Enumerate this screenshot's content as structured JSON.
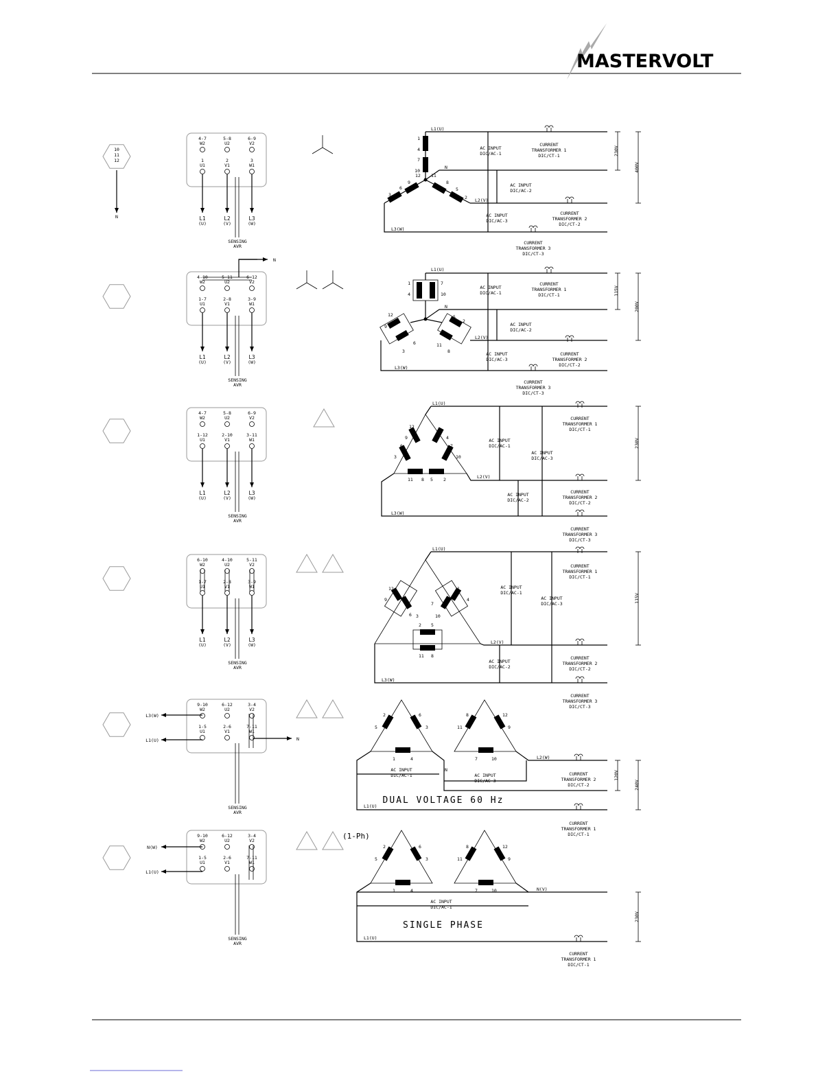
{
  "header": {
    "brand": "MASTERVOLT"
  },
  "labels": {
    "ac_input": "AC INPUT",
    "current": "CURRENT",
    "transformer": "TRANSFORMER",
    "sensing": "SENSING",
    "avr": "AVR",
    "n": "N",
    "one_ph": "(1-Ph)"
  },
  "configs": [
    {
      "id": "star-high",
      "hex_label": [
        "10",
        "11",
        "12"
      ],
      "term_top": [
        "4-7",
        "5-8",
        "6-9"
      ],
      "term_top_sub": [
        "W2",
        "U2",
        "V2"
      ],
      "term_mid": [
        "1",
        "2",
        "3"
      ],
      "term_mid_sub": [
        "U1",
        "V1",
        "W1"
      ],
      "lines": [
        "L1",
        "L2",
        "L3"
      ],
      "lines_sub": [
        "(U)",
        "(V)",
        "(W)"
      ],
      "phase_labels": [
        "L1(U)",
        "L2(V)",
        "L3(W)"
      ],
      "ac_inputs": [
        "DIC/AC-1",
        "DIC/AC-2",
        "DIC/AC-3"
      ],
      "cts": [
        "1",
        "2",
        "3"
      ],
      "ct_codes": [
        "DIC/CT-1",
        "DIC/CT-2",
        "DIC/CT-3"
      ],
      "voltages": [
        "230V",
        "400V"
      ],
      "coil_numbers": [
        "1",
        "4",
        "7",
        "10",
        "12",
        "11",
        "9",
        "6",
        "3",
        "8",
        "5",
        "2"
      ]
    },
    {
      "id": "star-parallel",
      "term_top": [
        "4-10",
        "5-11",
        "6-12"
      ],
      "term_top_sub": [
        "W2",
        "U2",
        "V2"
      ],
      "term_mid": [
        "1-7",
        "2-8",
        "3-9"
      ],
      "term_mid_sub": [
        "U1",
        "V1",
        "W1"
      ],
      "lines": [
        "L1",
        "L2",
        "L3"
      ],
      "lines_sub": [
        "(U)",
        "(V)",
        "(W)"
      ],
      "phase_labels": [
        "L1(U)",
        "L2(V)",
        "L3(W)"
      ],
      "ac_inputs": [
        "DIC/AC-1",
        "DIC/AC-2",
        "DIC/AC-3"
      ],
      "cts": [
        "1",
        "2",
        "3"
      ],
      "ct_codes": [
        "DIC/CT-1",
        "DIC/CT-2",
        "DIC/CT-3"
      ],
      "voltages": [
        "115V",
        "200V"
      ],
      "coil_numbers": [
        "1",
        "4",
        "7",
        "10",
        "12",
        "9",
        "3",
        "6",
        "2",
        "5",
        "11",
        "8"
      ]
    },
    {
      "id": "delta-series",
      "term_top": [
        "4-7",
        "5-8",
        "6-9"
      ],
      "term_top_sub": [
        "W2",
        "U2",
        "V2"
      ],
      "term_mid": [
        "1-12",
        "2-10",
        "3-11"
      ],
      "term_mid_sub": [
        "U1",
        "V1",
        "W1"
      ],
      "lines": [
        "L1",
        "L2",
        "L3"
      ],
      "lines_sub": [
        "(U)",
        "(V)",
        "(W)"
      ],
      "phase_labels": [
        "L1(U)",
        "L2(V)",
        "L3(W)"
      ],
      "ac_inputs": [
        "DIC/AC-1",
        "DIC/AC-3",
        "DIC/AC-2"
      ],
      "cts": [
        "1",
        "2",
        "3"
      ],
      "ct_codes": [
        "DIC/CT-1",
        "DIC/CT-2",
        "DIC/CT-3"
      ],
      "voltages": [
        "230V"
      ],
      "coil_numbers": [
        "12",
        "9",
        "6",
        "3",
        "1",
        "4",
        "7",
        "10",
        "11",
        "8",
        "5",
        "2"
      ]
    },
    {
      "id": "delta-parallel",
      "term_top": [
        "6-10",
        "4-10",
        "5-11"
      ],
      "term_top_sub": [
        "W2",
        "U2",
        "V2"
      ],
      "term_mid": [
        "1-7",
        "2-8",
        "3-9"
      ],
      "term_mid_sub": [
        "U1",
        "V1",
        "W1"
      ],
      "lines": [
        "L1",
        "L2",
        "L3"
      ],
      "lines_sub": [
        "(U)",
        "(V)",
        "(W)"
      ],
      "phase_labels": [
        "L1(U)",
        "L2(V)",
        "L3(W)"
      ],
      "ac_inputs": [
        "DIC/AC-1",
        "DIC/AC-3",
        "DIC/AC-2"
      ],
      "cts": [
        "1",
        "2",
        "3"
      ],
      "ct_codes": [
        "DIC/CT-1",
        "DIC/CT-2",
        "DIC/CT-3"
      ],
      "voltages": [
        "115V"
      ],
      "coil_numbers": [
        "12",
        "9",
        "6",
        "3",
        "1",
        "4",
        "7",
        "10",
        "2",
        "5",
        "11",
        "8"
      ]
    },
    {
      "id": "dual-voltage",
      "term_top": [
        "9-10",
        "6-12",
        "3-4"
      ],
      "term_top_sub": [
        "W2",
        "U2",
        "V2"
      ],
      "term_mid": [
        "1-5",
        "2-6",
        "7-11"
      ],
      "term_mid_sub": [
        "U1",
        "V1",
        "W1"
      ],
      "left_lines": [
        "L3(W)",
        "L1(U)"
      ],
      "phase_labels": [
        "L2(W)",
        "L1(U)"
      ],
      "ac_inputs": [
        "DIC/AC-1",
        "DIC/AC-3"
      ],
      "cts": [
        "2",
        "1"
      ],
      "ct_codes": [
        "DIC/CT-2",
        "DIC/CT-1"
      ],
      "voltages": [
        "120V",
        "240V"
      ],
      "title": "DUAL VOLTAGE 60 Hz",
      "coil_numbers": [
        "2",
        "6",
        "5",
        "3",
        "1",
        "4",
        "8",
        "12",
        "11",
        "9",
        "7",
        "10"
      ]
    },
    {
      "id": "single-phase",
      "term_top": [
        "9-10",
        "6-12",
        "3-4"
      ],
      "term_top_sub": [
        "W2",
        "U2",
        "V2"
      ],
      "term_mid": [
        "1-5",
        "2-6",
        "7-11"
      ],
      "term_mid_sub": [
        "U1",
        "V1",
        "W1"
      ],
      "left_lines": [
        "N(W)",
        "L1(U)"
      ],
      "phase_labels": [
        "N(V)",
        "L1(U)"
      ],
      "ac_inputs": [
        "DIC/AC-1"
      ],
      "cts": [
        "1"
      ],
      "ct_codes": [
        "DIC/CT-1"
      ],
      "voltages": [
        "230V"
      ],
      "title": "SINGLE PHASE",
      "coil_numbers": [
        "2",
        "6",
        "5",
        "3",
        "1",
        "4",
        "8",
        "12",
        "11",
        "9",
        "7",
        "10"
      ]
    }
  ]
}
